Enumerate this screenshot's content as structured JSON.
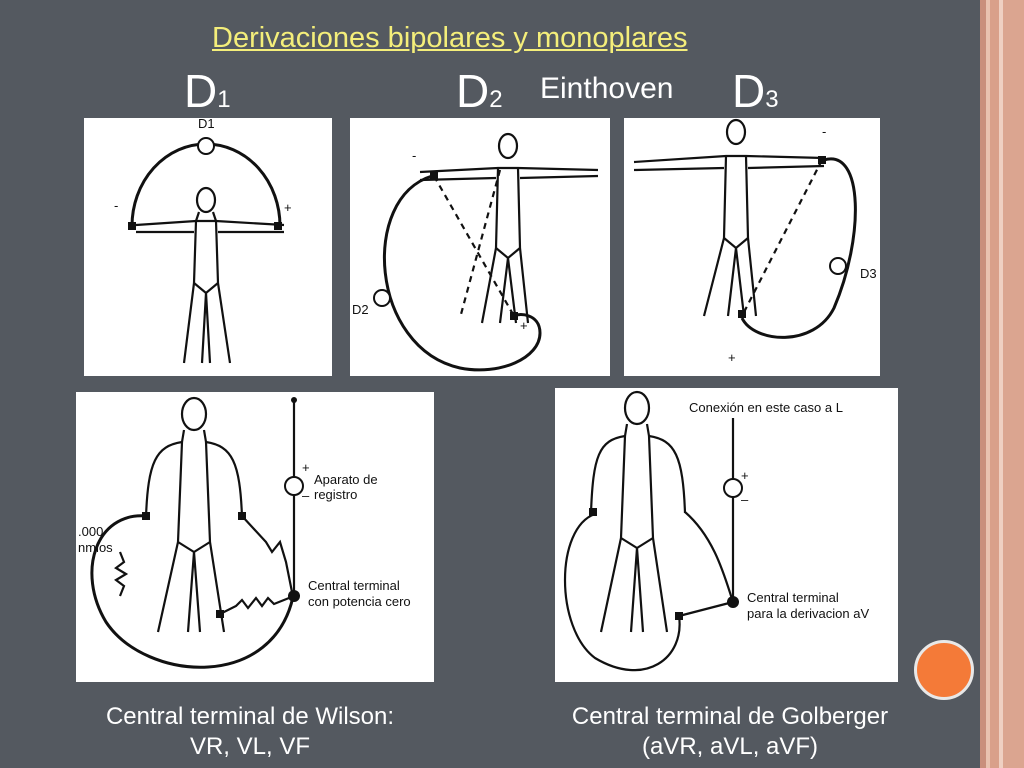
{
  "slide": {
    "title": "Derivaciones bipolares y monoplares",
    "leads": [
      {
        "main": "D",
        "sub": "1"
      },
      {
        "main": "D",
        "sub": "2"
      },
      {
        "main": "D",
        "sub": "3"
      }
    ],
    "einthoven": "Einthoven",
    "colors": {
      "background": "#545960",
      "title": "#f4ee7a",
      "accent_dot": "#f47a38"
    }
  },
  "panels": {
    "d1": {
      "lead_label": "D1",
      "minus": "-",
      "plus": "+"
    },
    "d2": {
      "lead_label": "D2",
      "minus": "-",
      "plus": "+"
    },
    "d3": {
      "lead_label": "D3",
      "minus": "-",
      "plus": "+"
    },
    "wilson": {
      "plus": "+",
      "minus": "–",
      "device_line1": "Aparato de",
      "device_line2": "registro",
      "resistance_line1": ".000",
      "resistance_line2": "nmios",
      "terminal_line1": "Central terminal",
      "terminal_line2": "con potencia cero"
    },
    "goldberger": {
      "connection": "Conexión en este caso a L",
      "plus": "+",
      "minus": "–",
      "terminal_line1": "Central terminal",
      "terminal_line2": "para la derivacion aV"
    }
  },
  "captions": {
    "wilson_line1": "Central terminal de Wilson:",
    "wilson_line2": "VR, VL, VF",
    "goldberger_line1": "Central terminal de Golberger",
    "goldberger_line2": "(aVR, aVL, aVF)"
  }
}
